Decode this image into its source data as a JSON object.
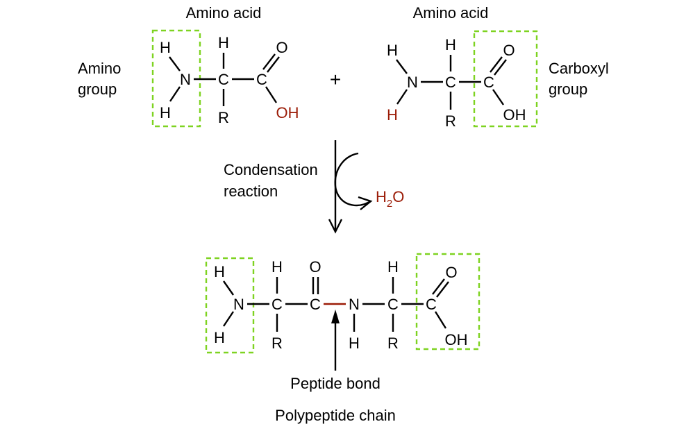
{
  "labels": {
    "amino_acid_1": "Amino acid",
    "amino_acid_2": "Amino acid",
    "amino_group_line1": "Amino",
    "amino_group_line2": "group",
    "carboxyl_group_line1": "Carboxyl",
    "carboxyl_group_line2": "group",
    "plus": "+",
    "condensation_line1": "Condensation",
    "condensation_line2": "reaction",
    "water_h": "H",
    "water_sub": "2",
    "water_o": "O",
    "peptide_bond": "Peptide bond",
    "polypeptide_chain": "Polypeptide chain"
  },
  "atoms": {
    "H": "H",
    "N": "N",
    "C": "C",
    "O": "O",
    "R": "R",
    "OH": "OH"
  },
  "colors": {
    "highlight_box": "#7ed321",
    "removed_atoms": "#9b1b06",
    "text": "#000000"
  }
}
